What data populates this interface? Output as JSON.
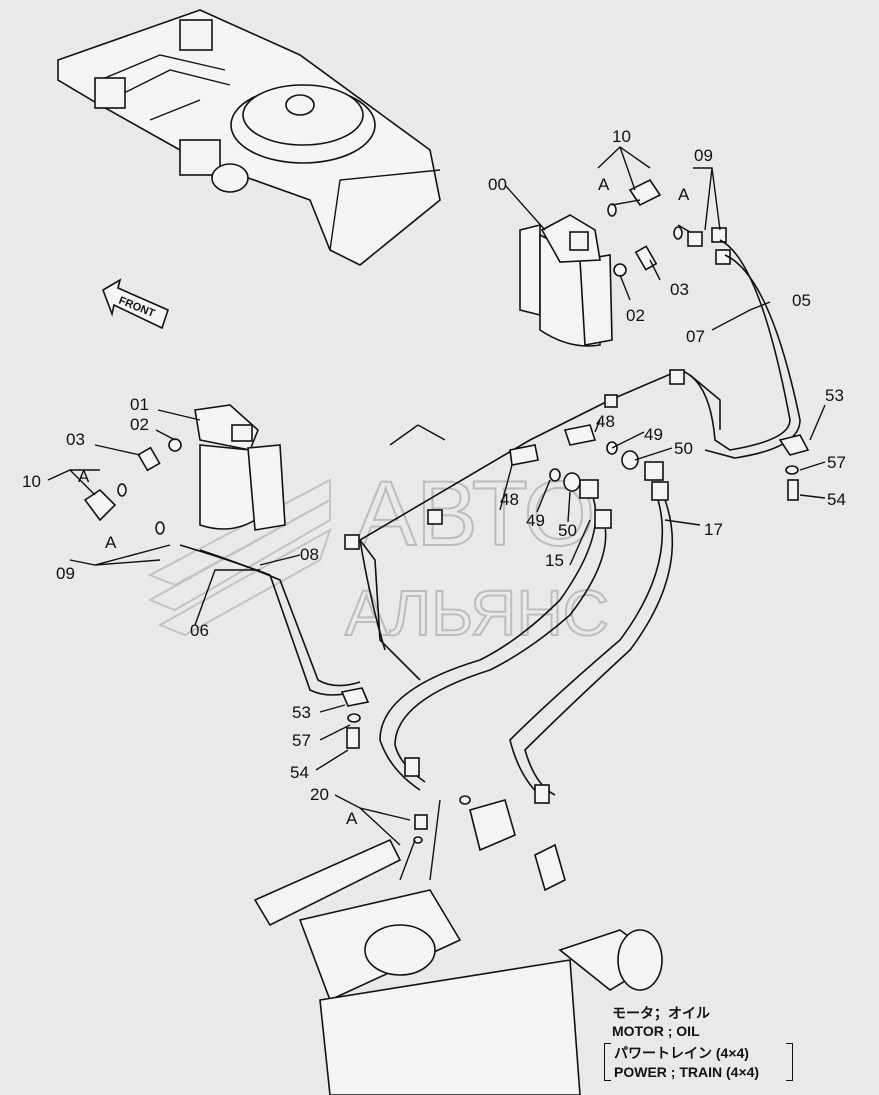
{
  "callouts": [
    "00",
    "01",
    "02",
    "03",
    "05",
    "06",
    "07",
    "08",
    "09",
    "10",
    "15",
    "17",
    "20",
    "48",
    "49",
    "50",
    "53",
    "54",
    "57"
  ],
  "labels": {
    "l00": "00",
    "l10a": "10",
    "l09a": "09",
    "lAa": "A",
    "lAb": "A",
    "l03a": "03",
    "l02a": "02",
    "l07": "07",
    "l05": "05",
    "l01": "01",
    "l02b": "02",
    "l03b": "03",
    "l10b": "10",
    "lAc": "A",
    "lAd": "A",
    "l09b": "09",
    "l06": "06",
    "l08": "08",
    "l48a": "48",
    "l49a": "49",
    "l50a": "50",
    "l48b": "48",
    "l49b": "49",
    "l50b": "50",
    "l15": "15",
    "l17": "17",
    "l53a": "53",
    "l57a": "57",
    "l54a": "54",
    "l53b": "53",
    "l57b": "57",
    "l54b": "54",
    "l20": "20",
    "lAe": "A",
    "front": "FRONT"
  },
  "watermark": {
    "line1": "АВТО",
    "line2": "АЛЬЯНС"
  },
  "caption": {
    "jp1": "モータ；オイル",
    "en1": "MOTOR ; OIL",
    "jp2": "パワートレイン (4×4)",
    "en2": "POWER ; TRAIN (4×4)"
  }
}
